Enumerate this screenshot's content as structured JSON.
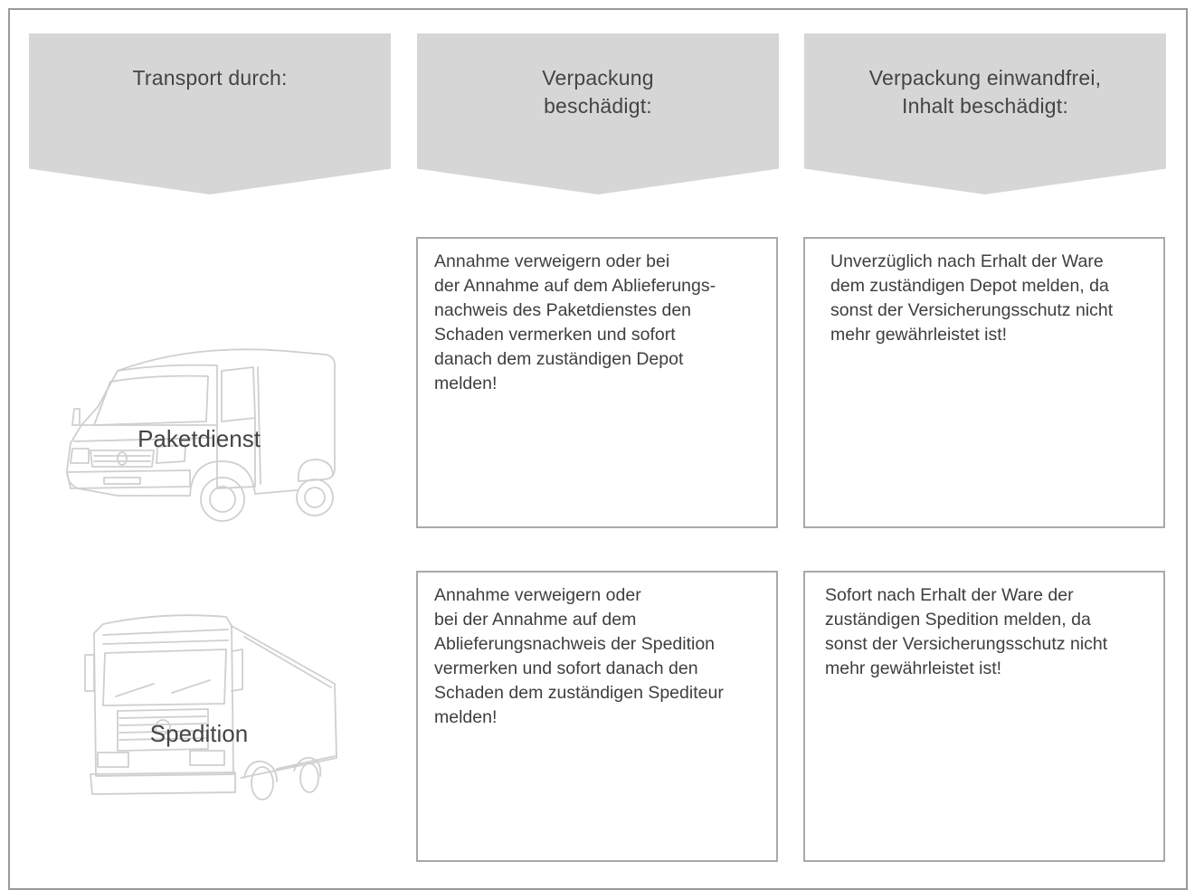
{
  "headers": [
    {
      "label": "Transport durch:"
    },
    {
      "label": "Verpackung\nbeschädigt:"
    },
    {
      "label": "Verpackung einwandfrei,\nInhalt beschädigt:"
    }
  ],
  "rows": [
    {
      "vehicle": "Paketdienst",
      "vehicle_icon": "van-icon",
      "damaged_packaging": "Annahme verweigern oder bei\nder Annahme auf dem Ablieferungs-\nnachweis des Paketdienstes den\nSchaden vermerken und sofort\ndanach dem zuständigen Depot\nmelden!",
      "intact_packaging": "Unverzüglich nach Erhalt der Ware\ndem zuständigen Depot melden, da\nsonst der Versicherungsschutz nicht\nmehr gewährleistet ist!"
    },
    {
      "vehicle": "Spedition",
      "vehicle_icon": "truck-icon",
      "damaged_packaging": "Annahme verweigern oder\nbei der Annahme auf dem\nAblieferungsnachweis der Spedition\nvermerken und sofort danach den\nSchaden dem zuständigen Spediteur\nmelden!",
      "intact_packaging": "Sofort nach Erhalt der Ware der\nzuständigen Spedition melden, da\nsonst der Versicherungsschutz nicht\nmehr gewährleistet ist!"
    }
  ],
  "colors": {
    "header_fill": "#d6d6d6",
    "box_border": "#a9a9a9",
    "frame_border": "#9a9a9a",
    "vehicle_outline": "#cfcfcf"
  }
}
